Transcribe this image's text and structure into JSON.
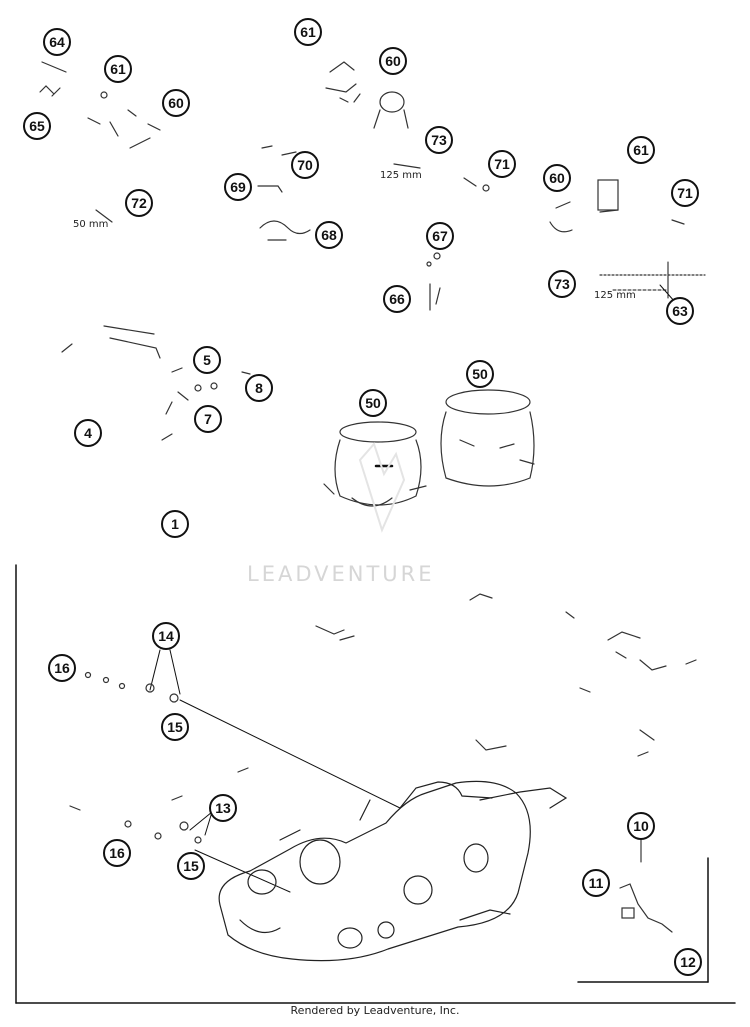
{
  "watermark": "LEADVENTURE",
  "footer": "Rendered by Leadventure, Inc.",
  "dimension_labels": [
    {
      "id": "dim-50mm",
      "text": "50 mm"
    },
    {
      "id": "dim-125mm-a",
      "text": "125 mm"
    },
    {
      "id": "dim-125mm-b",
      "text": "125 mm"
    }
  ],
  "callouts": [
    "64",
    "61",
    "60",
    "65",
    "72",
    "61",
    "60",
    "70",
    "69",
    "68",
    "73",
    "71",
    "60",
    "61",
    "71",
    "67",
    "66",
    "73",
    "63",
    "5",
    "8",
    "7",
    "4",
    "50",
    "50",
    "1",
    "14",
    "16",
    "15",
    "13",
    "16",
    "15",
    "10",
    "11",
    "12"
  ]
}
